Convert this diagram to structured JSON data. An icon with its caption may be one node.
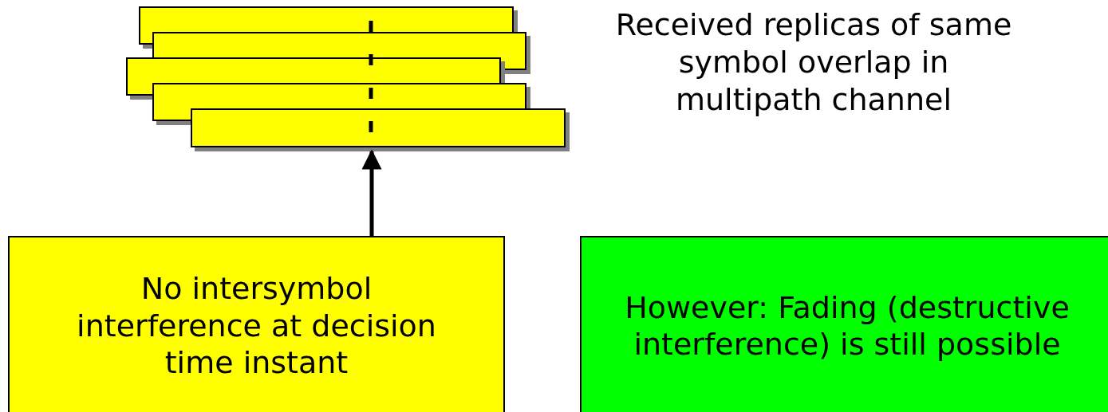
{
  "diagram": {
    "nodes": [
      {
        "text": [],
        "shape": "bar"
      },
      {
        "text": [
          "No intersymbol interference at decision time instant"
        ]
      },
      {
        "text": [
          "However: Fading (destructive interference) is still possible"
        ]
      }
    ],
    "edges": [
      {
        "from": 1,
        "to": 0,
        "arrow": "to"
      }
    ],
    "labels": [
      "Received replicas of same symbol overlap in multipath channel"
    ]
  }
}
